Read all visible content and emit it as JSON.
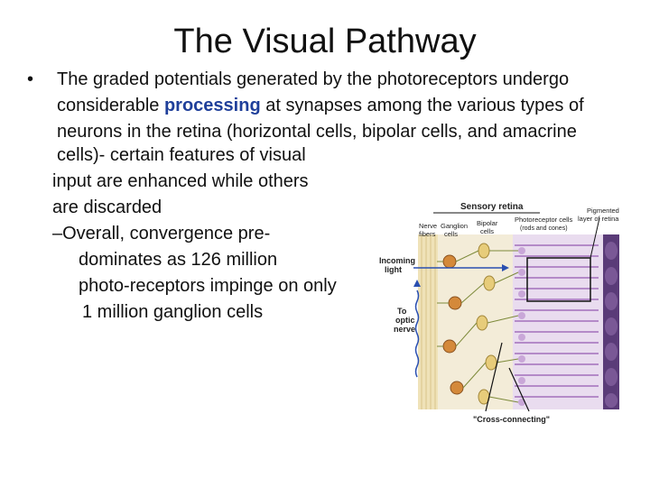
{
  "slide": {
    "title": "The Visual Pathway",
    "bullet_char": "•",
    "lines": [
      "The graded potentials generated by the photoreceptors undergo",
      "considerable ",
      "processing",
      " at synapses among the various types of",
      "neurons in the retina (horizontal cells, bipolar cells, and amacrine",
      "cells)- certain features of visual",
      "input are enhanced while others",
      "are discarded",
      "–Overall, convergence pre-",
      "dominates as 126 million",
      "photo-receptors impinge on only",
      "1 million ganglion cells"
    ]
  },
  "figure": {
    "labels": {
      "sensory_retina": "Sensory retina",
      "nerve_fibers": "Nerve",
      "nerve_fibers2": "fibers",
      "ganglion_cells": "Ganglion",
      "ganglion_cells2": "cells",
      "bipolar_cells": "Bipolar",
      "bipolar_cells2": "cells",
      "photoreceptor_cells": "Photoreceptor cells",
      "photoreceptor_cells2": "(rods and cones)",
      "pigmented_layer": "Pigmented",
      "pigmented_layer2": "layer of retina",
      "incoming_light": "Incoming",
      "incoming_light2": "light",
      "to_optic_nerve": "To",
      "to_optic_nerve2": "optic",
      "to_optic_nerve3": "nerve",
      "cross_connecting": "\"Cross-connecting\""
    },
    "colors": {
      "rod": "#c9a7d8",
      "pigment": "#5a3b78",
      "ganglion": "#d4893a",
      "bipolar": "#e7cc7a",
      "fiber": "#e8d5a0",
      "arrow": "#2a4fb0"
    }
  }
}
